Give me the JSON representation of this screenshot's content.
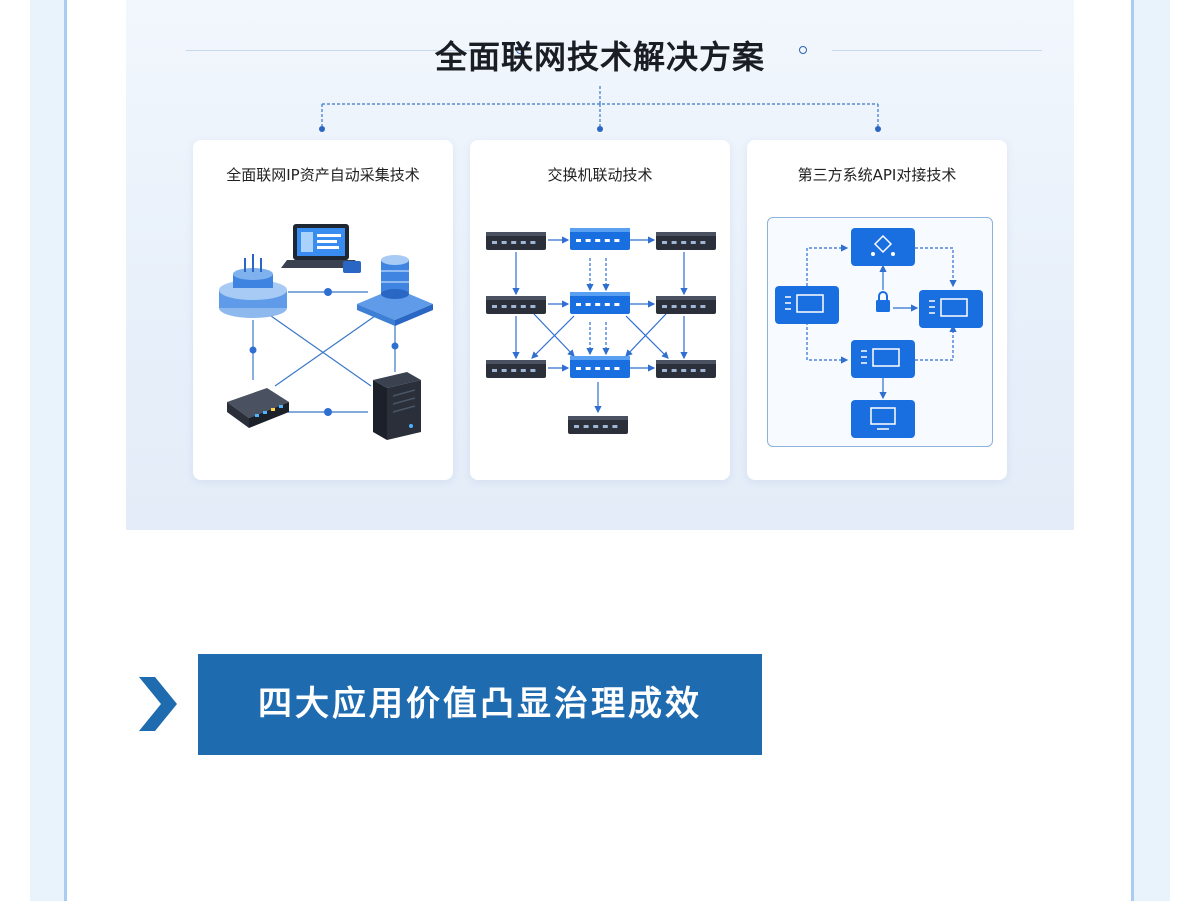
{
  "banner": {
    "title": "全面联网技术解决方案",
    "panels": [
      {
        "title": "全面联网IP资产自动采集技术"
      },
      {
        "title": "交换机联动技术"
      },
      {
        "title": "第三方系统API对接技术"
      }
    ]
  },
  "section": {
    "title": "四大应用价值凸显治理成效"
  },
  "colors": {
    "accent": "#1f6bb0",
    "border": "#a9cdf0",
    "device_blue": "#1a6fe0",
    "switch_dark": "#2a2f3a"
  },
  "icons": [
    "database-icon",
    "laptop-icon",
    "server-icon",
    "router-icon",
    "switch-icon",
    "monitor-icon",
    "lock-icon",
    "flow-icon",
    "chevron-right-icon"
  ]
}
